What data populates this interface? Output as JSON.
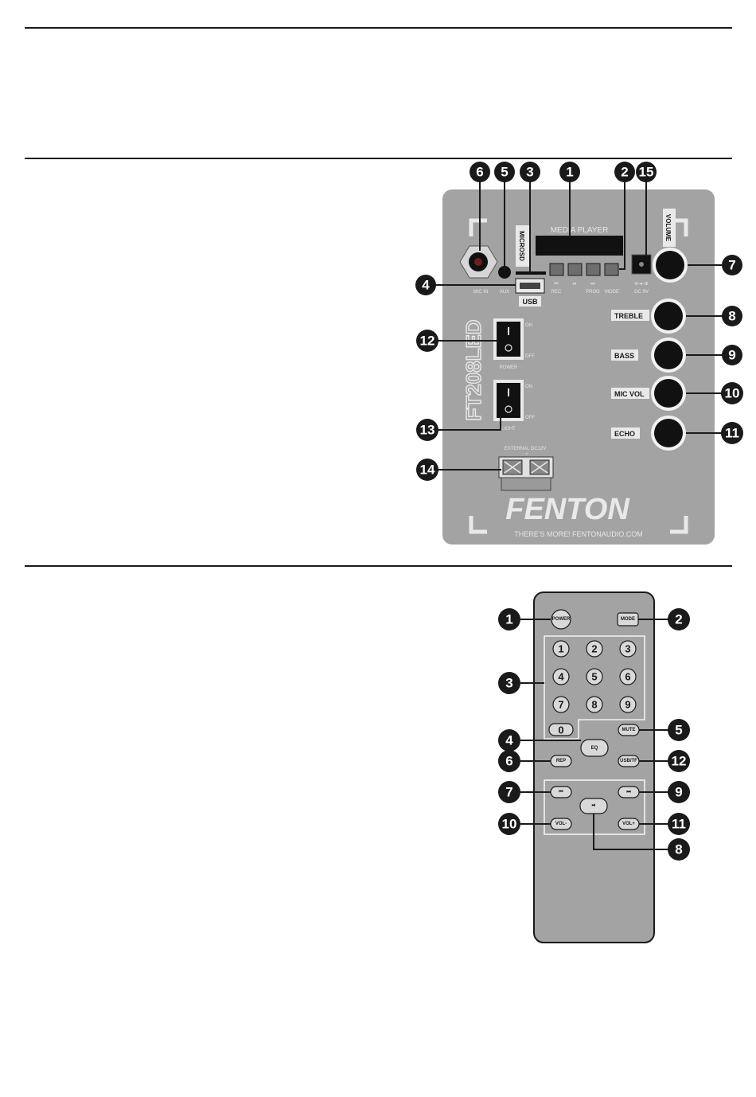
{
  "panel": {
    "display_label": "MEDIA PLAYER",
    "microsd_label": "MICROSD",
    "usb_label": "USB",
    "mic_in_label": "MIC IN",
    "aux_label": "AUX",
    "rec_label": "REC",
    "prog_label": "PROG",
    "mode_label": "MODE",
    "dc_label": "DC 9V",
    "volume_label": "VOLUME",
    "treble_label": "TREBLE",
    "bass_label": "BASS",
    "mic_vol_label": "MIC VOL",
    "echo_label": "ECHO",
    "model_label": "FT208LED",
    "on_label": "ON",
    "off_label": "OFF",
    "power_label": "POWER",
    "light_label": "LIGHT",
    "external_label": "EXTERNAL DC12V",
    "brand": "FENTON",
    "tagline": "THERE'S MORE! FENTONAUDIO.COM",
    "callouts": [
      "6",
      "5",
      "3",
      "1",
      "2",
      "15",
      "4",
      "7",
      "8",
      "12",
      "9",
      "10",
      "11",
      "13",
      "14"
    ]
  },
  "remote": {
    "power": "POWER",
    "mode": "MODE",
    "digits": [
      "1",
      "2",
      "3",
      "4",
      "5",
      "6",
      "7",
      "8",
      "9",
      "0"
    ],
    "eq": "EQ",
    "mute": "MUTE",
    "rep": "REP",
    "usb_tf": "USB/TF",
    "prev": "⏮",
    "next": "⏭",
    "play_pause": "⏯",
    "vol_minus": "VOL-",
    "vol_plus": "VOL+",
    "callouts": [
      "1",
      "2",
      "3",
      "4",
      "5",
      "6",
      "12",
      "7",
      "9",
      "10",
      "11",
      "8"
    ]
  }
}
